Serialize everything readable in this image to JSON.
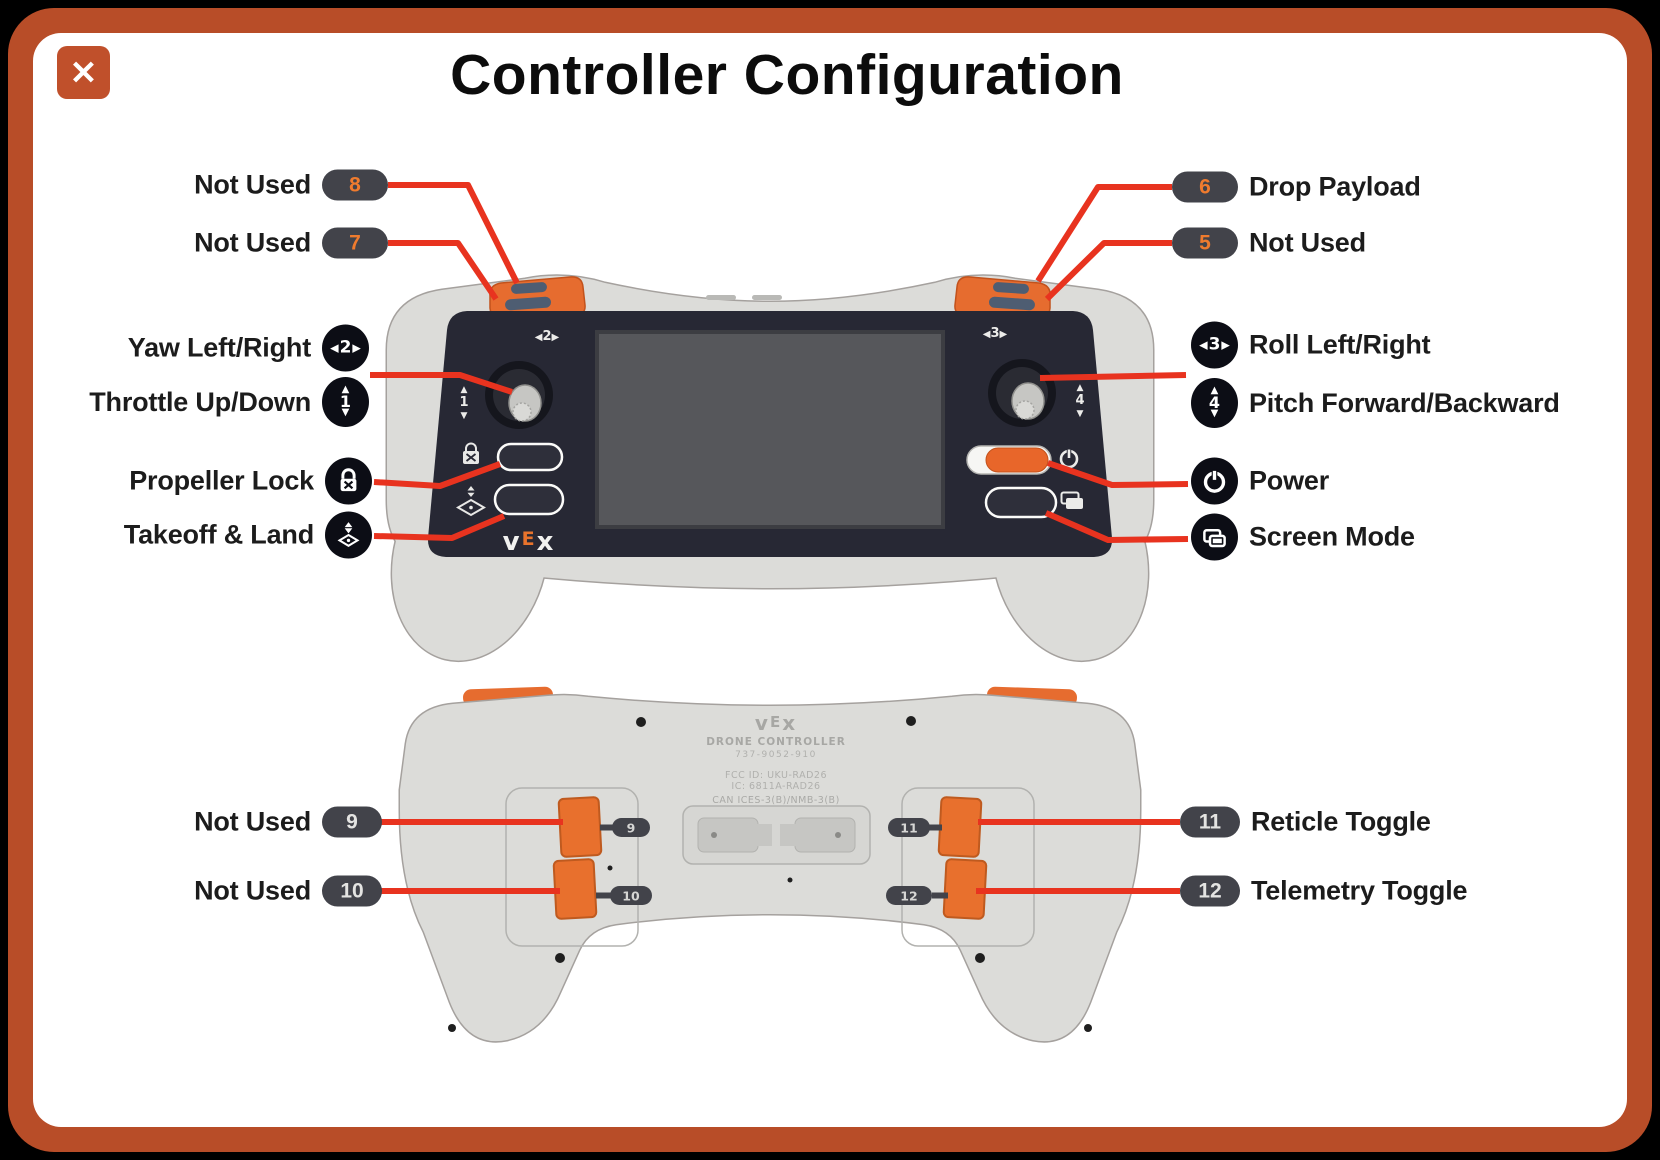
{
  "window": {
    "title": "Controller Configuration"
  },
  "icons": {
    "close": "✕",
    "left_arrow": "◀",
    "right_arrow": "▶",
    "up_arrow": "▲",
    "down_arrow": "▼"
  },
  "theme": {
    "frame_orange": "#b84d28",
    "close_button_bg": "#c0502b",
    "callout_red": "#e8331f",
    "badge_pill_bg": "#42434a",
    "badge_pill_num_front": "#ef7b2e",
    "badge_pill_num_back": "#e4e4e2",
    "badge_circle_bg": "#0c0d15",
    "device_orange": "#e86b2e",
    "device_body_gray": "#dcdcd9",
    "device_face_dark": "#272834",
    "device_screen_gray": "#56575b"
  },
  "front_labels": {
    "left": [
      {
        "text": "Not Used",
        "num": "8"
      },
      {
        "text": "Not Used",
        "num": "7"
      },
      {
        "text": "Yaw Left/Right",
        "num": "2"
      },
      {
        "text": "Throttle Up/Down",
        "num": "1"
      },
      {
        "text": "Propeller Lock",
        "icon": "propeller-lock"
      },
      {
        "text": "Takeoff & Land",
        "icon": "takeoff-land"
      }
    ],
    "right": [
      {
        "num": "6",
        "text": "Drop Payload"
      },
      {
        "num": "5",
        "text": "Not Used"
      },
      {
        "num": "3",
        "text": "Roll Left/Right"
      },
      {
        "num": "4",
        "text": "Pitch Forward/Backward"
      },
      {
        "icon": "power",
        "text": "Power"
      },
      {
        "icon": "screen-mode",
        "text": "Screen Mode"
      }
    ]
  },
  "back_labels": {
    "left": [
      {
        "text": "Not Used",
        "num": "9"
      },
      {
        "text": "Not Used",
        "num": "10"
      }
    ],
    "right": [
      {
        "num": "11",
        "text": "Reticle Toggle"
      },
      {
        "num": "12",
        "text": "Telemetry Toggle"
      }
    ]
  },
  "device_front": {
    "left_stick_h": "2",
    "left_stick_v": "1",
    "right_stick_h": "3",
    "right_stick_v": "4",
    "logo": {
      "v": "v",
      "e": "E",
      "x": "x"
    }
  },
  "device_back": {
    "logo": {
      "v": "v",
      "e": "E",
      "x": "x"
    },
    "product_name": "DRONE CONTROLLER",
    "model_number": "737-9052-910",
    "fcc_id": "FCC ID:  UKU-RAD26",
    "ic_id": "IC:  6811A-RAD26",
    "can_ices": "CAN ICES-3(B)/NMB-3(B)",
    "paddles": [
      "9",
      "10",
      "11",
      "12"
    ]
  }
}
